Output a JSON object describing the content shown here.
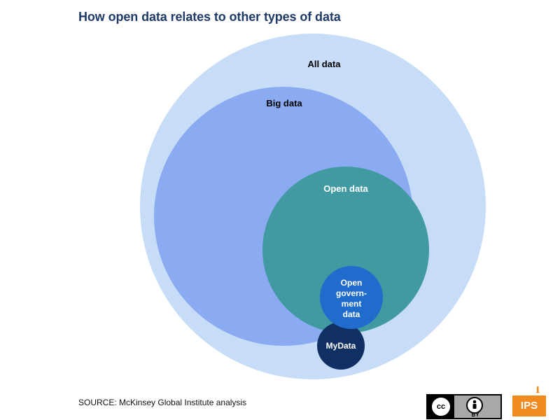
{
  "title": "How open data relates to other types of data",
  "source": "SOURCE: McKinsey Global Institute analysis",
  "colors": {
    "title": "#1f3a68",
    "all_data": "#c7dcf6",
    "big_data": "#8aaaf2",
    "open_data": "#419aa1",
    "open_government_data": "#1f6ccc",
    "mydata": "#102f62"
  },
  "sets": {
    "all_data": "All data",
    "big_data": "Big data",
    "open_data": "Open data",
    "open_government_data": [
      "Open",
      "govern-",
      "ment",
      "data"
    ],
    "mydata": "MyData"
  },
  "license": {
    "cc": "cc",
    "by": "BY"
  },
  "logo": {
    "name": "IPS"
  }
}
